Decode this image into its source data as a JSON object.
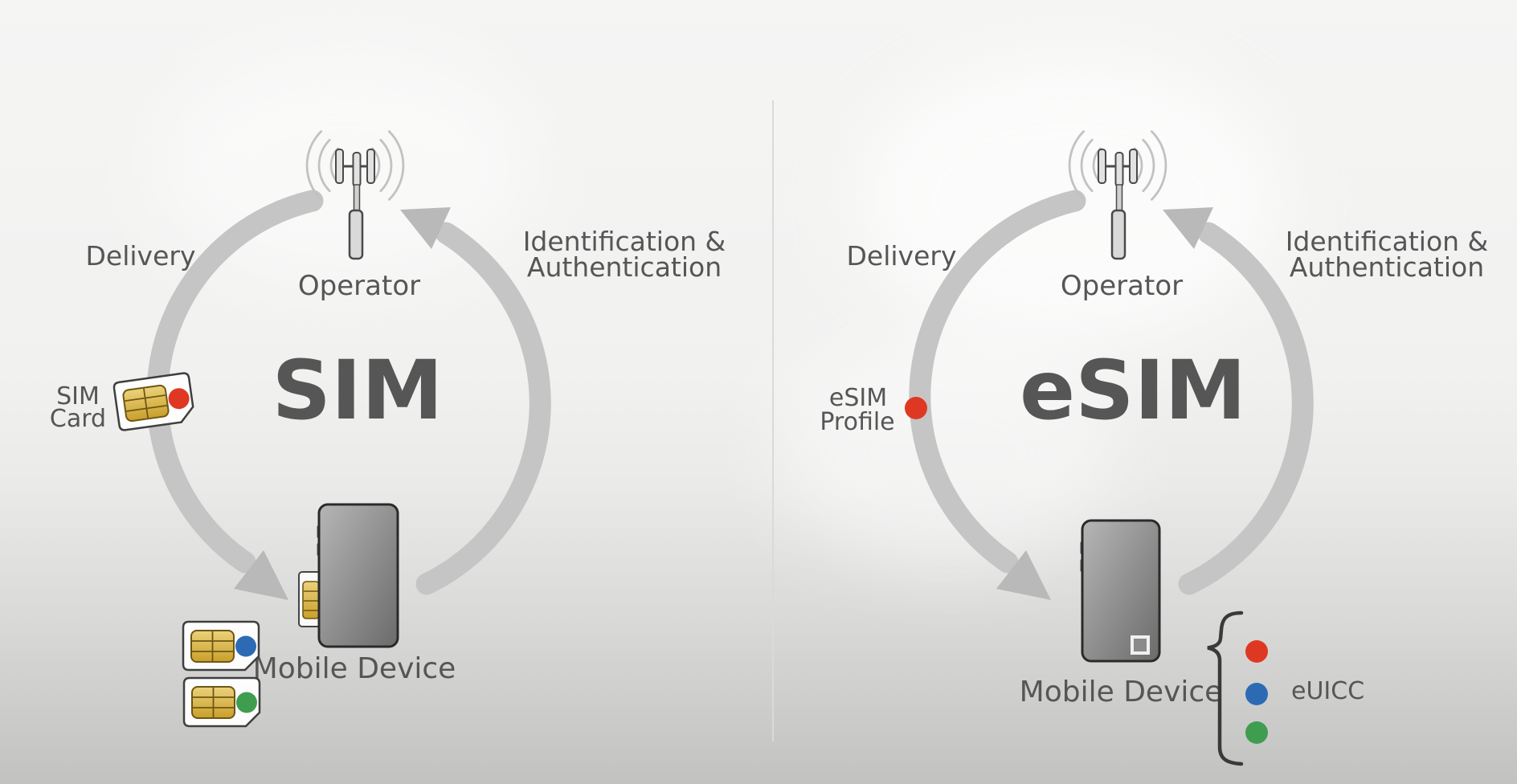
{
  "left": {
    "title": "SIM",
    "operator": "Operator",
    "delivery": "Delivery",
    "identification_line1": "Identification &",
    "identification_line2": "Authentication",
    "card_label_line1": "SIM",
    "card_label_line2": "Card",
    "device": "Mobile Device"
  },
  "right": {
    "title": "eSIM",
    "operator": "Operator",
    "delivery": "Delivery",
    "identification_line1": "Identification &",
    "identification_line2": "Authentication",
    "profile_label_line1": "eSIM",
    "profile_label_line2": "Profile",
    "device": "Mobile Device",
    "euicc": "eUICC"
  },
  "colors": {
    "title_blue": "#4d73b3",
    "label_gray": "#565656",
    "arc_gray": "#c5c5c5",
    "arrow_gray": "#b9b9b9",
    "red": "#df3822",
    "blue": "#2c6bb4",
    "green": "#3f9d4f",
    "chip_gold": "#d9b13e"
  },
  "icons": [
    "cell-tower-icon",
    "signal-waves-icon",
    "sim-card-icon",
    "mobile-phone-icon",
    "esim-chip-square-icon",
    "curly-brace",
    "arrow-icon",
    "profile-dot-icon"
  ]
}
